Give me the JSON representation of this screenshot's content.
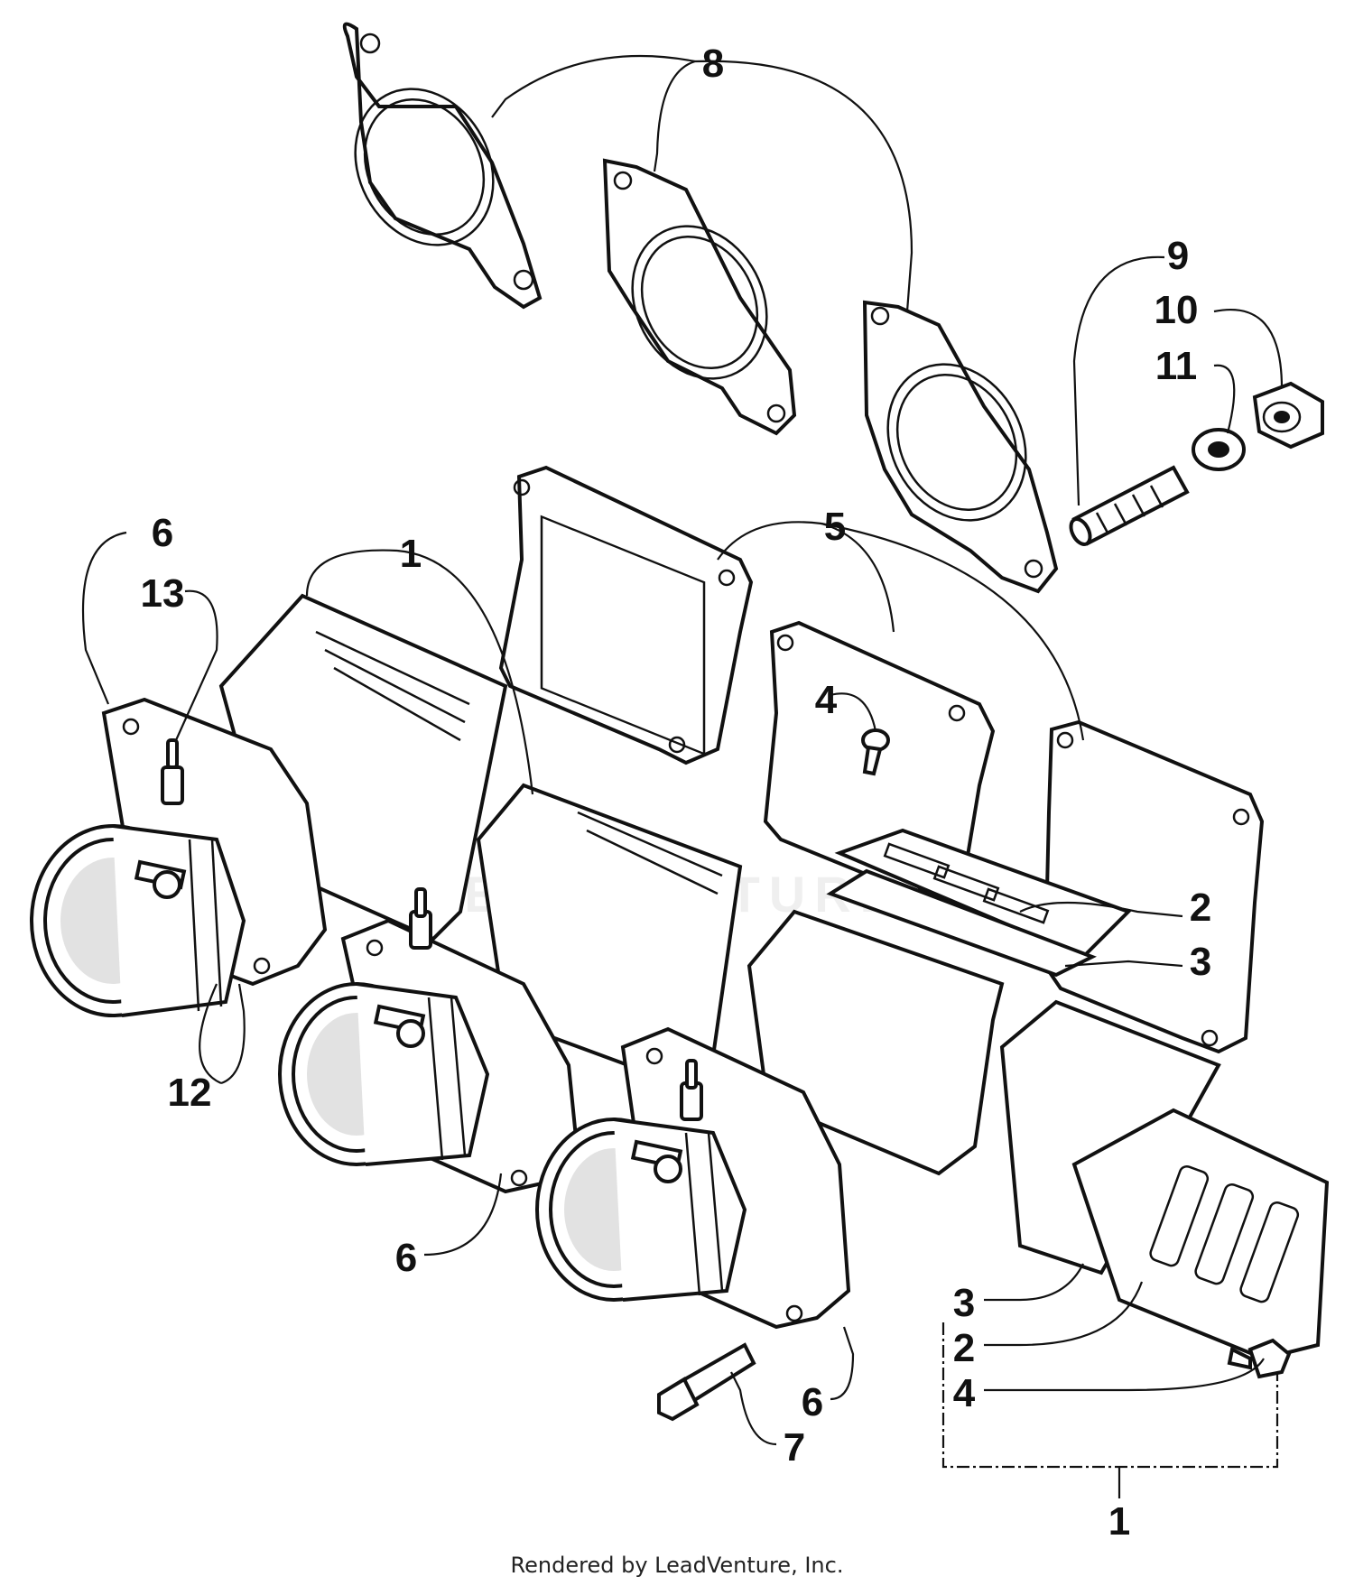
{
  "callouts": {
    "c8": "8",
    "c9": "9",
    "c10": "10",
    "c11": "11",
    "c5": "5",
    "c1_top": "1",
    "c6_top": "6",
    "c13": "13",
    "c4_mid": "4",
    "c2_mid": "2",
    "c3_mid": "3",
    "c12": "12",
    "c6_mid": "6",
    "c3_low": "3",
    "c2_low": "2",
    "c4_low": "4",
    "c6_low": "6",
    "c7": "7",
    "c1_bottom": "1"
  },
  "watermark": "LEADVENTURE",
  "footer": "Rendered by LeadVenture, Inc."
}
